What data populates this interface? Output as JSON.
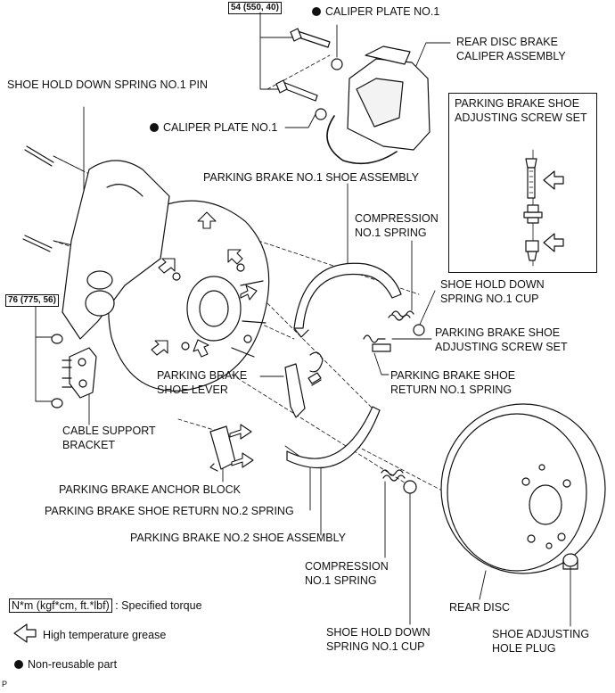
{
  "torque": {
    "caliper": "54 (550, 40)",
    "cable_bracket": "76 (775, 56)"
  },
  "labels": {
    "caliper_plate_top": "CALIPER PLATE NO.1",
    "caliper_plate_mid": "CALIPER PLATE NO.1",
    "caliper_assembly_1": "REAR DISC BRAKE",
    "caliper_assembly_2": "CALIPER ASSEMBLY",
    "hold_down_pin": "SHOE HOLD DOWN SPRING NO.1 PIN",
    "shoe1_assembly": "PARKING BRAKE NO.1 SHOE ASSEMBLY",
    "compression_top_1": "COMPRESSION",
    "compression_top_2": "NO.1 SPRING",
    "cup_top_1": "SHOE HOLD DOWN",
    "cup_top_2": "SPRING NO.1 CUP",
    "adj_screw_1": "PARKING BRAKE SHOE",
    "adj_screw_2": "ADJUSTING SCREW SET",
    "return1_1": "PARKING BRAKE SHOE",
    "return1_2": "RETURN NO.1 SPRING",
    "shoe_lever_1": "PARKING BRAKE",
    "shoe_lever_2": "SHOE LEVER",
    "cable_bracket_1": "CABLE SUPPORT",
    "cable_bracket_2": "BRACKET",
    "anchor_block": "PARKING BRAKE ANCHOR BLOCK",
    "return2": "PARKING BRAKE SHOE RETURN NO.2 SPRING",
    "shoe2_assembly": "PARKING BRAKE NO.2 SHOE ASSEMBLY",
    "compression_bot_1": "COMPRESSION",
    "compression_bot_2": "NO.1 SPRING",
    "rear_disc": "REAR DISC",
    "cup_bot_1": "SHOE HOLD DOWN",
    "cup_bot_2": "SPRING NO.1 CUP",
    "plug_1": "SHOE ADJUSTING",
    "plug_2": "HOLE PLUG",
    "panel_title_1": "PARKING BRAKE SHOE",
    "panel_title_2": "ADJUSTING SCREW SET"
  },
  "legend": {
    "torque_unit": "N*m (kgf*cm, ft.*lbf)",
    "torque_desc": ": Specified torque",
    "grease": "High temperature grease",
    "non_reusable": "Non-reusable part"
  },
  "page_marker": "P"
}
